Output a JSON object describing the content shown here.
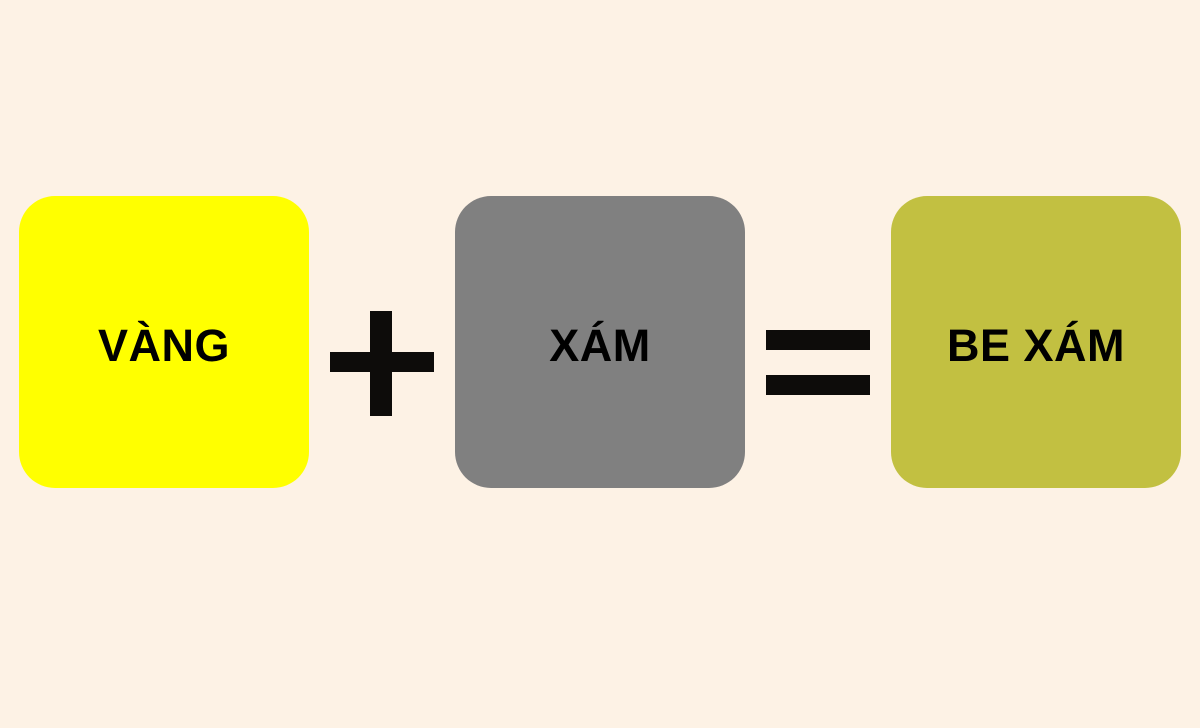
{
  "background_color": "#fdf2e5",
  "equation": {
    "operand_1": {
      "label": "VÀNG",
      "color": "#ffff00"
    },
    "operator_1": "plus",
    "operand_2": {
      "label": "XÁM",
      "color": "#808080"
    },
    "operator_2": "equals",
    "result": {
      "label": "BE XÁM",
      "color": "#c2c041"
    },
    "operator_color": "#0d0c0a"
  }
}
